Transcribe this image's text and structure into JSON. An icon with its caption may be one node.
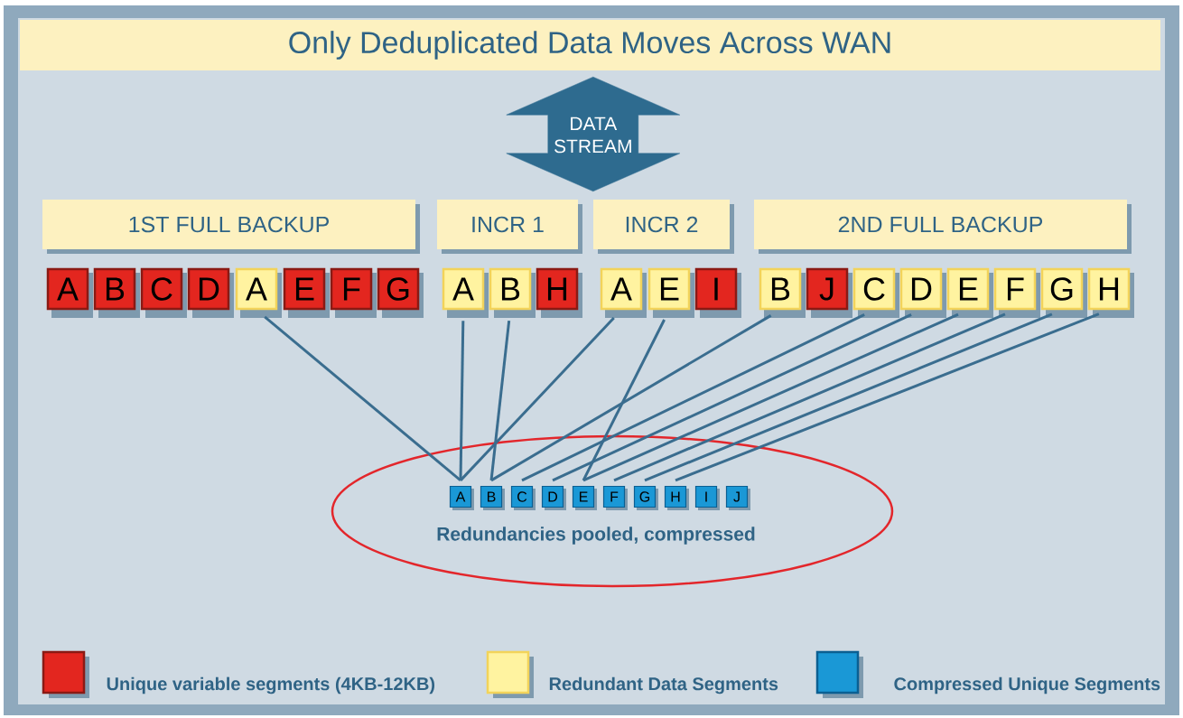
{
  "diagram": {
    "nodes": [
      {
        "text": [
          "Only Deduplicated Data Moves Across WAN"
        ]
      },
      {
        "text": [
          "1ST FULL BACKUP"
        ]
      },
      {
        "text": [
          "INCR 1"
        ]
      },
      {
        "text": [
          "INCR 2"
        ]
      },
      {
        "text": [
          "2ND FULL BACKUP"
        ]
      },
      {
        "text": [
          "A"
        ]
      },
      {
        "text": [
          "B"
        ]
      },
      {
        "text": [
          "C"
        ]
      },
      {
        "text": [
          "D"
        ]
      },
      {
        "text": [
          "A"
        ]
      },
      {
        "text": [
          "E"
        ]
      },
      {
        "text": [
          "F"
        ]
      },
      {
        "text": [
          "G"
        ]
      },
      {
        "text": [
          "A"
        ]
      },
      {
        "text": [
          "B"
        ]
      },
      {
        "text": [
          "H"
        ]
      },
      {
        "text": [
          "A"
        ]
      },
      {
        "text": [
          "E"
        ]
      },
      {
        "text": [
          "I"
        ]
      },
      {
        "text": [
          "B"
        ]
      },
      {
        "text": [
          "J"
        ]
      },
      {
        "text": [
          "C"
        ]
      },
      {
        "text": [
          "D"
        ]
      },
      {
        "text": [
          "E"
        ]
      },
      {
        "text": [
          "F"
        ]
      },
      {
        "text": [
          "G"
        ]
      },
      {
        "text": [
          "H"
        ]
      },
      {
        "text": [
          "Redundancies pooled, compressed"
        ]
      },
      {
        "text": [
          "A"
        ],
        "in": 27
      },
      {
        "text": [
          "B"
        ],
        "in": 27
      },
      {
        "text": [
          "C"
        ],
        "in": 27
      },
      {
        "text": [
          "D"
        ],
        "in": 27
      },
      {
        "text": [
          "E"
        ],
        "in": 27
      },
      {
        "text": [
          "F"
        ],
        "in": 27
      },
      {
        "text": [
          "G"
        ],
        "in": 27
      },
      {
        "text": [
          "H"
        ],
        "in": 27
      },
      {
        "text": [
          "I"
        ],
        "in": 27
      },
      {
        "text": [
          "J"
        ],
        "in": 27
      }
    ],
    "edges": [
      {
        "from": 9,
        "to": 28,
        "arrow": "none"
      },
      {
        "from": 13,
        "to": 28,
        "arrow": "none"
      },
      {
        "from": 14,
        "to": 29,
        "arrow": "none"
      },
      {
        "from": 16,
        "to": 28,
        "arrow": "none"
      },
      {
        "from": 17,
        "to": 32,
        "arrow": "none"
      },
      {
        "from": 19,
        "to": 29,
        "arrow": "none"
      },
      {
        "from": 21,
        "to": 30,
        "arrow": "none"
      },
      {
        "from": 22,
        "to": 31,
        "arrow": "none"
      },
      {
        "from": 23,
        "to": 32,
        "arrow": "none"
      },
      {
        "from": 24,
        "to": 33,
        "arrow": "none"
      },
      {
        "from": 25,
        "to": 34,
        "arrow": "none"
      },
      {
        "from": 26,
        "to": 35,
        "arrow": "none"
      },
      {
        "from": 0,
        "to": 3,
        "arrow": "both",
        "label": "DATA STREAM",
        "style": "thick"
      }
    ],
    "legend": [
      {
        "text": "Unique variable segments (4KB-12KB)",
        "color": "#e3261f"
      },
      {
        "text": "Redundant Data Segments",
        "color": "#fff3a0"
      },
      {
        "text": "Compressed Unique Segments",
        "color": "#1a98d6"
      }
    ]
  }
}
